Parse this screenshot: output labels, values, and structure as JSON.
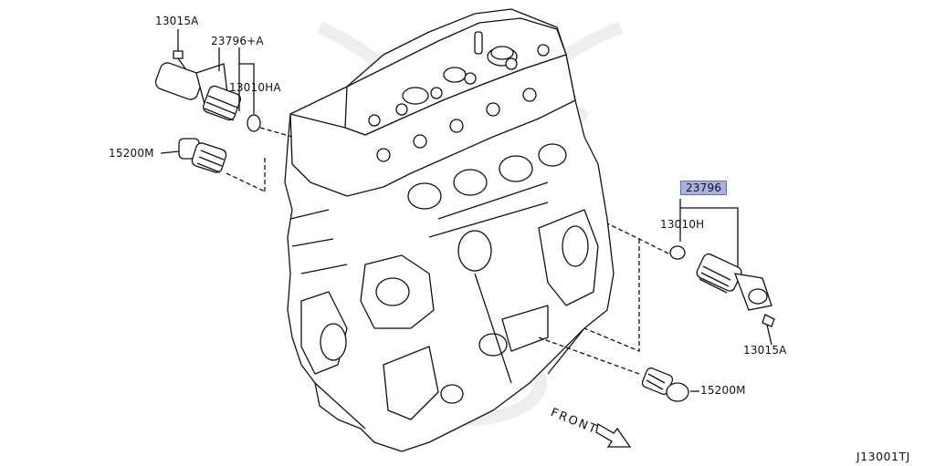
{
  "parts": {
    "bolt_left": "13015A",
    "solenoid_left": "23796+A",
    "oring_left": "13010HA",
    "filter_left": "15200M",
    "solenoid_right": "23796",
    "oring_right": "13010H",
    "bolt_right": "13015A",
    "filter_right": "15200M"
  },
  "front_label": "FRONT",
  "diagram_code": "J13001TJ",
  "colors": {
    "highlight": "#aab0e0",
    "line": "#111111",
    "watermark": "#ececec"
  }
}
